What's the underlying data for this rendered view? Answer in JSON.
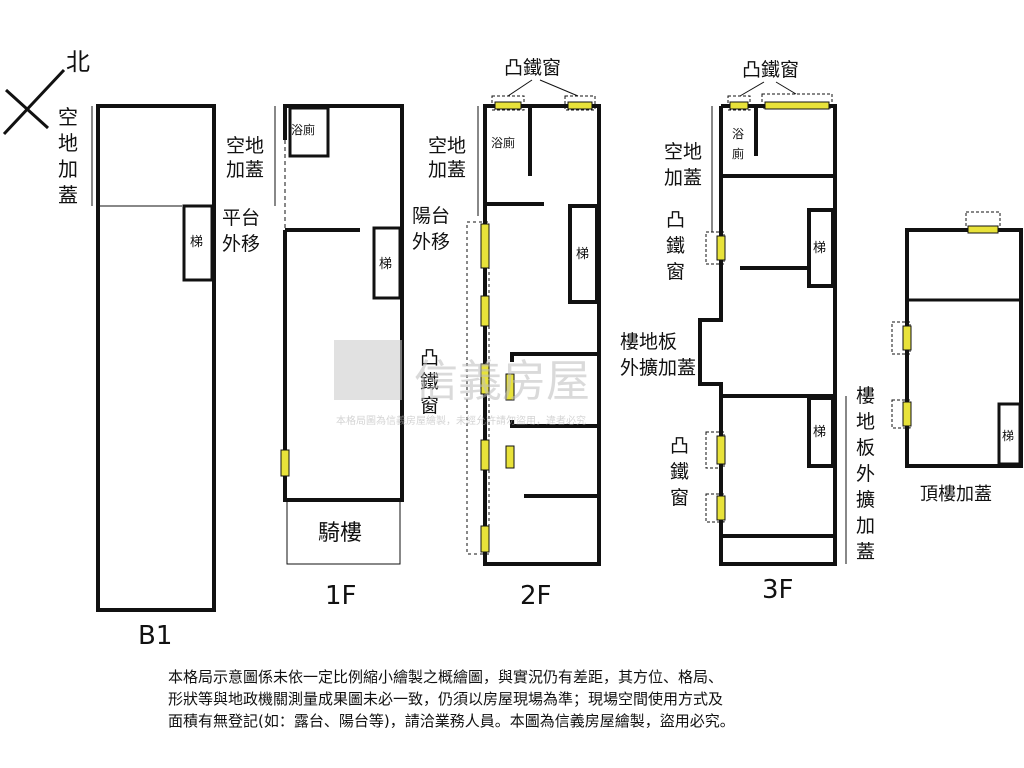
{
  "compass": {
    "north": "北"
  },
  "floors": {
    "b1": "B1",
    "f1": "1F",
    "f2": "2F",
    "f3": "3F",
    "roof": "頂樓加蓋"
  },
  "labels": {
    "stair": "梯",
    "bath": "浴廁",
    "bath_v1": "浴",
    "bath_v2": "廁",
    "arcade": "騎樓",
    "yard_cover": [
      "空",
      "地",
      "加",
      "蓋"
    ],
    "yard_cover_h": [
      "空地",
      "加蓋"
    ],
    "platform_move": [
      "平台",
      "外移"
    ],
    "balcony_move": [
      "陽台",
      "外移"
    ],
    "bay_window": "凸鐵窗",
    "bay_window_v": [
      "凸",
      "鐵",
      "窗"
    ],
    "floor_ext_h": [
      "樓地板",
      "外擴加蓋"
    ],
    "floor_ext_v": [
      "樓",
      "地",
      "板",
      "外",
      "擴",
      "加",
      "蓋"
    ]
  },
  "watermark": {
    "brand": "信義房屋",
    "line": "本格局圖為信義房屋繪製，未經允許請勿盜用，違者必究"
  },
  "disclaimer": [
    "本格局示意圖係未依一定比例縮小繪製之概繪圖，與實況仍有差距，其方位、格局、",
    "形狀等與地政機關測量成果圖未必一致，仍須以房屋現場為準；現場空間使用方式及",
    "面積有無登記(如：露台、陽台等)，請洽業務人員。本圖為信義房屋繪製，盜用必究。"
  ],
  "colors": {
    "wall": "#111111",
    "window": "#e8e23a",
    "watermark": "#c9c9c9"
  }
}
